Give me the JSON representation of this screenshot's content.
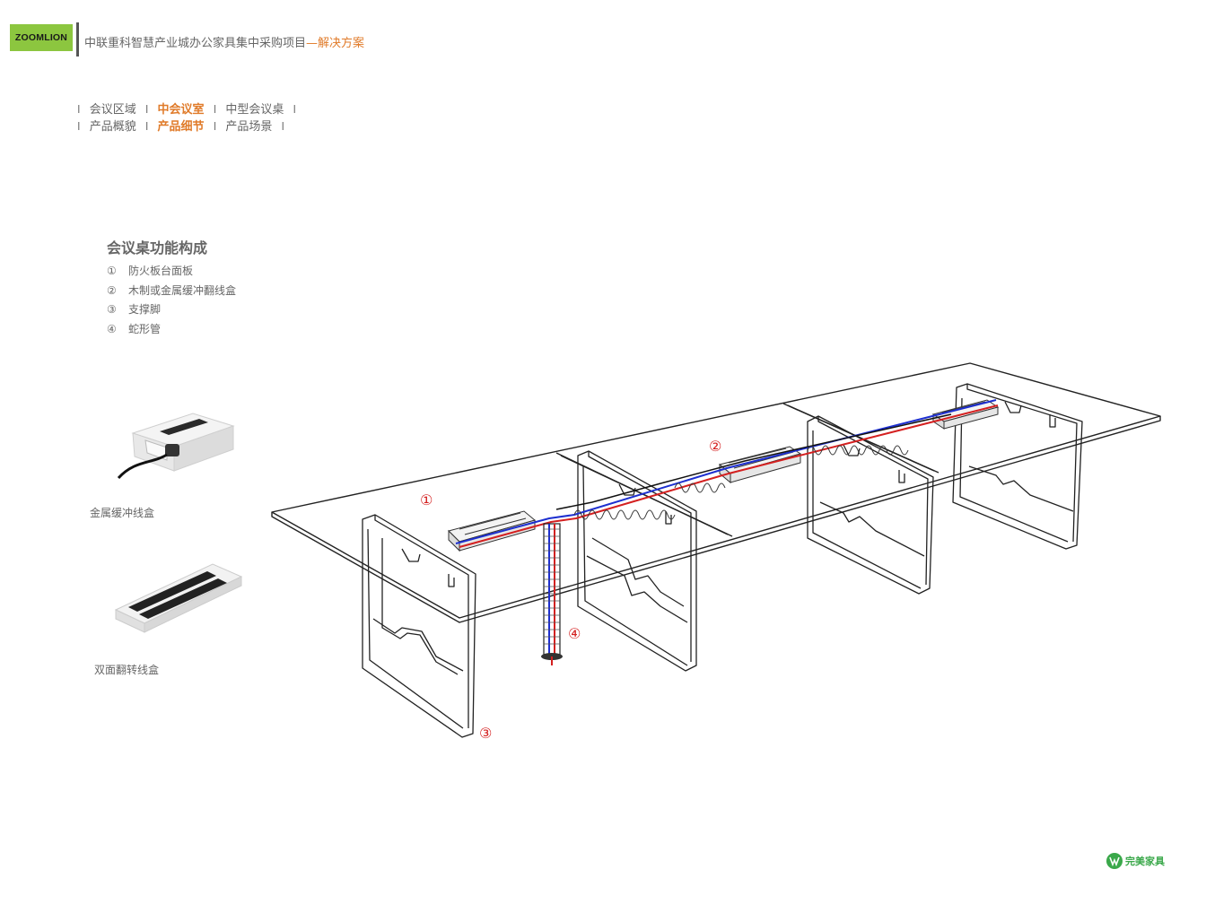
{
  "header": {
    "logo_text": "ZOOMLION",
    "title_main": "中联重科智慧产业城办公家具集中采购项目",
    "title_accent": "—解决方案",
    "accent_color": "#e07b2a",
    "logo_color": "#8cc63f"
  },
  "nav": {
    "row1": [
      {
        "label": "会议区域",
        "active": false
      },
      {
        "label": "中会议室",
        "active": true
      },
      {
        "label": "中型会议桌",
        "active": false
      }
    ],
    "row2": [
      {
        "label": "产品概貌",
        "active": false
      },
      {
        "label": "产品细节",
        "active": true
      },
      {
        "label": "产品场景",
        "active": false
      }
    ],
    "separator": "I"
  },
  "functions": {
    "title": "会议桌功能构成",
    "items": [
      {
        "num": "①",
        "label": "防火板台面板"
      },
      {
        "num": "②",
        "label": "木制或金属缓冲翻线盒"
      },
      {
        "num": "③",
        "label": "支撑脚"
      },
      {
        "num": "④",
        "label": "蛇形管"
      }
    ]
  },
  "products": [
    {
      "caption": "金属缓冲线盒"
    },
    {
      "caption": "双面翻转线盒"
    }
  ],
  "diagram": {
    "markers": [
      "①",
      "②",
      "③",
      "④"
    ],
    "marker_color": "#d42020",
    "cable_colors": [
      "#1d2fd0",
      "#d42020"
    ]
  },
  "brand": {
    "name": "完美家具",
    "color": "#3aa84a"
  }
}
